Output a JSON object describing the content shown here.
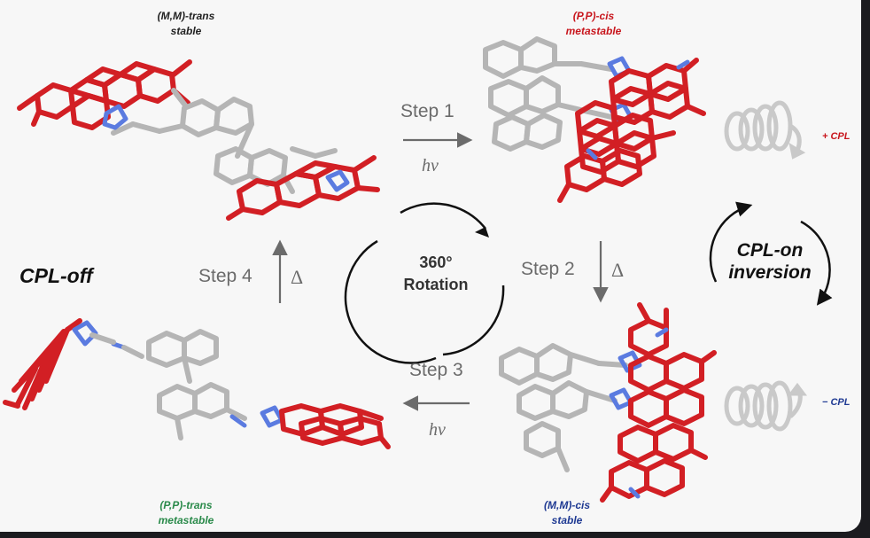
{
  "molecules": {
    "mm_trans": {
      "descriptor": "(M,M)-trans",
      "stability": "stable"
    },
    "pp_cis": {
      "descriptor": "(P,P)-cis",
      "stability": "metastable"
    },
    "pp_trans": {
      "descriptor": "(P,P)-trans",
      "stability": "metastable"
    },
    "mm_cis": {
      "descriptor": "(M,M)-cis",
      "stability": "stable"
    }
  },
  "steps": {
    "step1": {
      "label": "Step 1",
      "condition": "hν"
    },
    "step2": {
      "label": "Step 2",
      "condition": "Δ"
    },
    "step3": {
      "label": "Step 3",
      "condition": "hν"
    },
    "step4": {
      "label": "Step 4",
      "condition": "Δ"
    }
  },
  "center": {
    "line1": "360°",
    "line2": "Rotation"
  },
  "cpl_off": "CPL-off",
  "cpl_on": {
    "line1": "CPL-on",
    "line2": "inversion"
  },
  "plus_cpl": "+ CPL",
  "minus_cpl": "− CPL",
  "colors": {
    "background": "#f7f7f7",
    "pdi_red": "#d21f24",
    "carbon_grey": "#b5b5b5",
    "nitrogen_blue": "#5b7be0",
    "arrow_grey": "#6b6b6b",
    "label_green": "#2a8a4a",
    "label_blue": "#1f3a93"
  }
}
